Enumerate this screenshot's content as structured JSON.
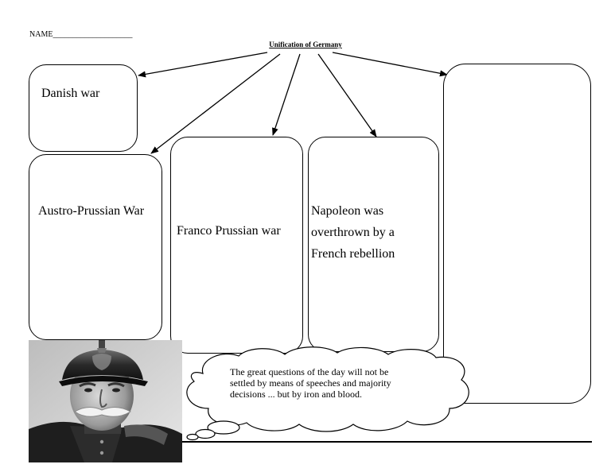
{
  "header": {
    "name_label": "NAME____________________",
    "title": "Unification of Germany"
  },
  "boxes": {
    "danish": "Danish war",
    "austro": "Austro-Prussian War",
    "franco": "Franco Prussian war",
    "napoleon": [
      "Napoleon was",
      "overthrown by a",
      "French rebellion"
    ],
    "empty": ""
  },
  "quote": {
    "text": "The great questions of the day will not be settled by means of speeches and majority decisions ... but by iron and blood."
  }
}
